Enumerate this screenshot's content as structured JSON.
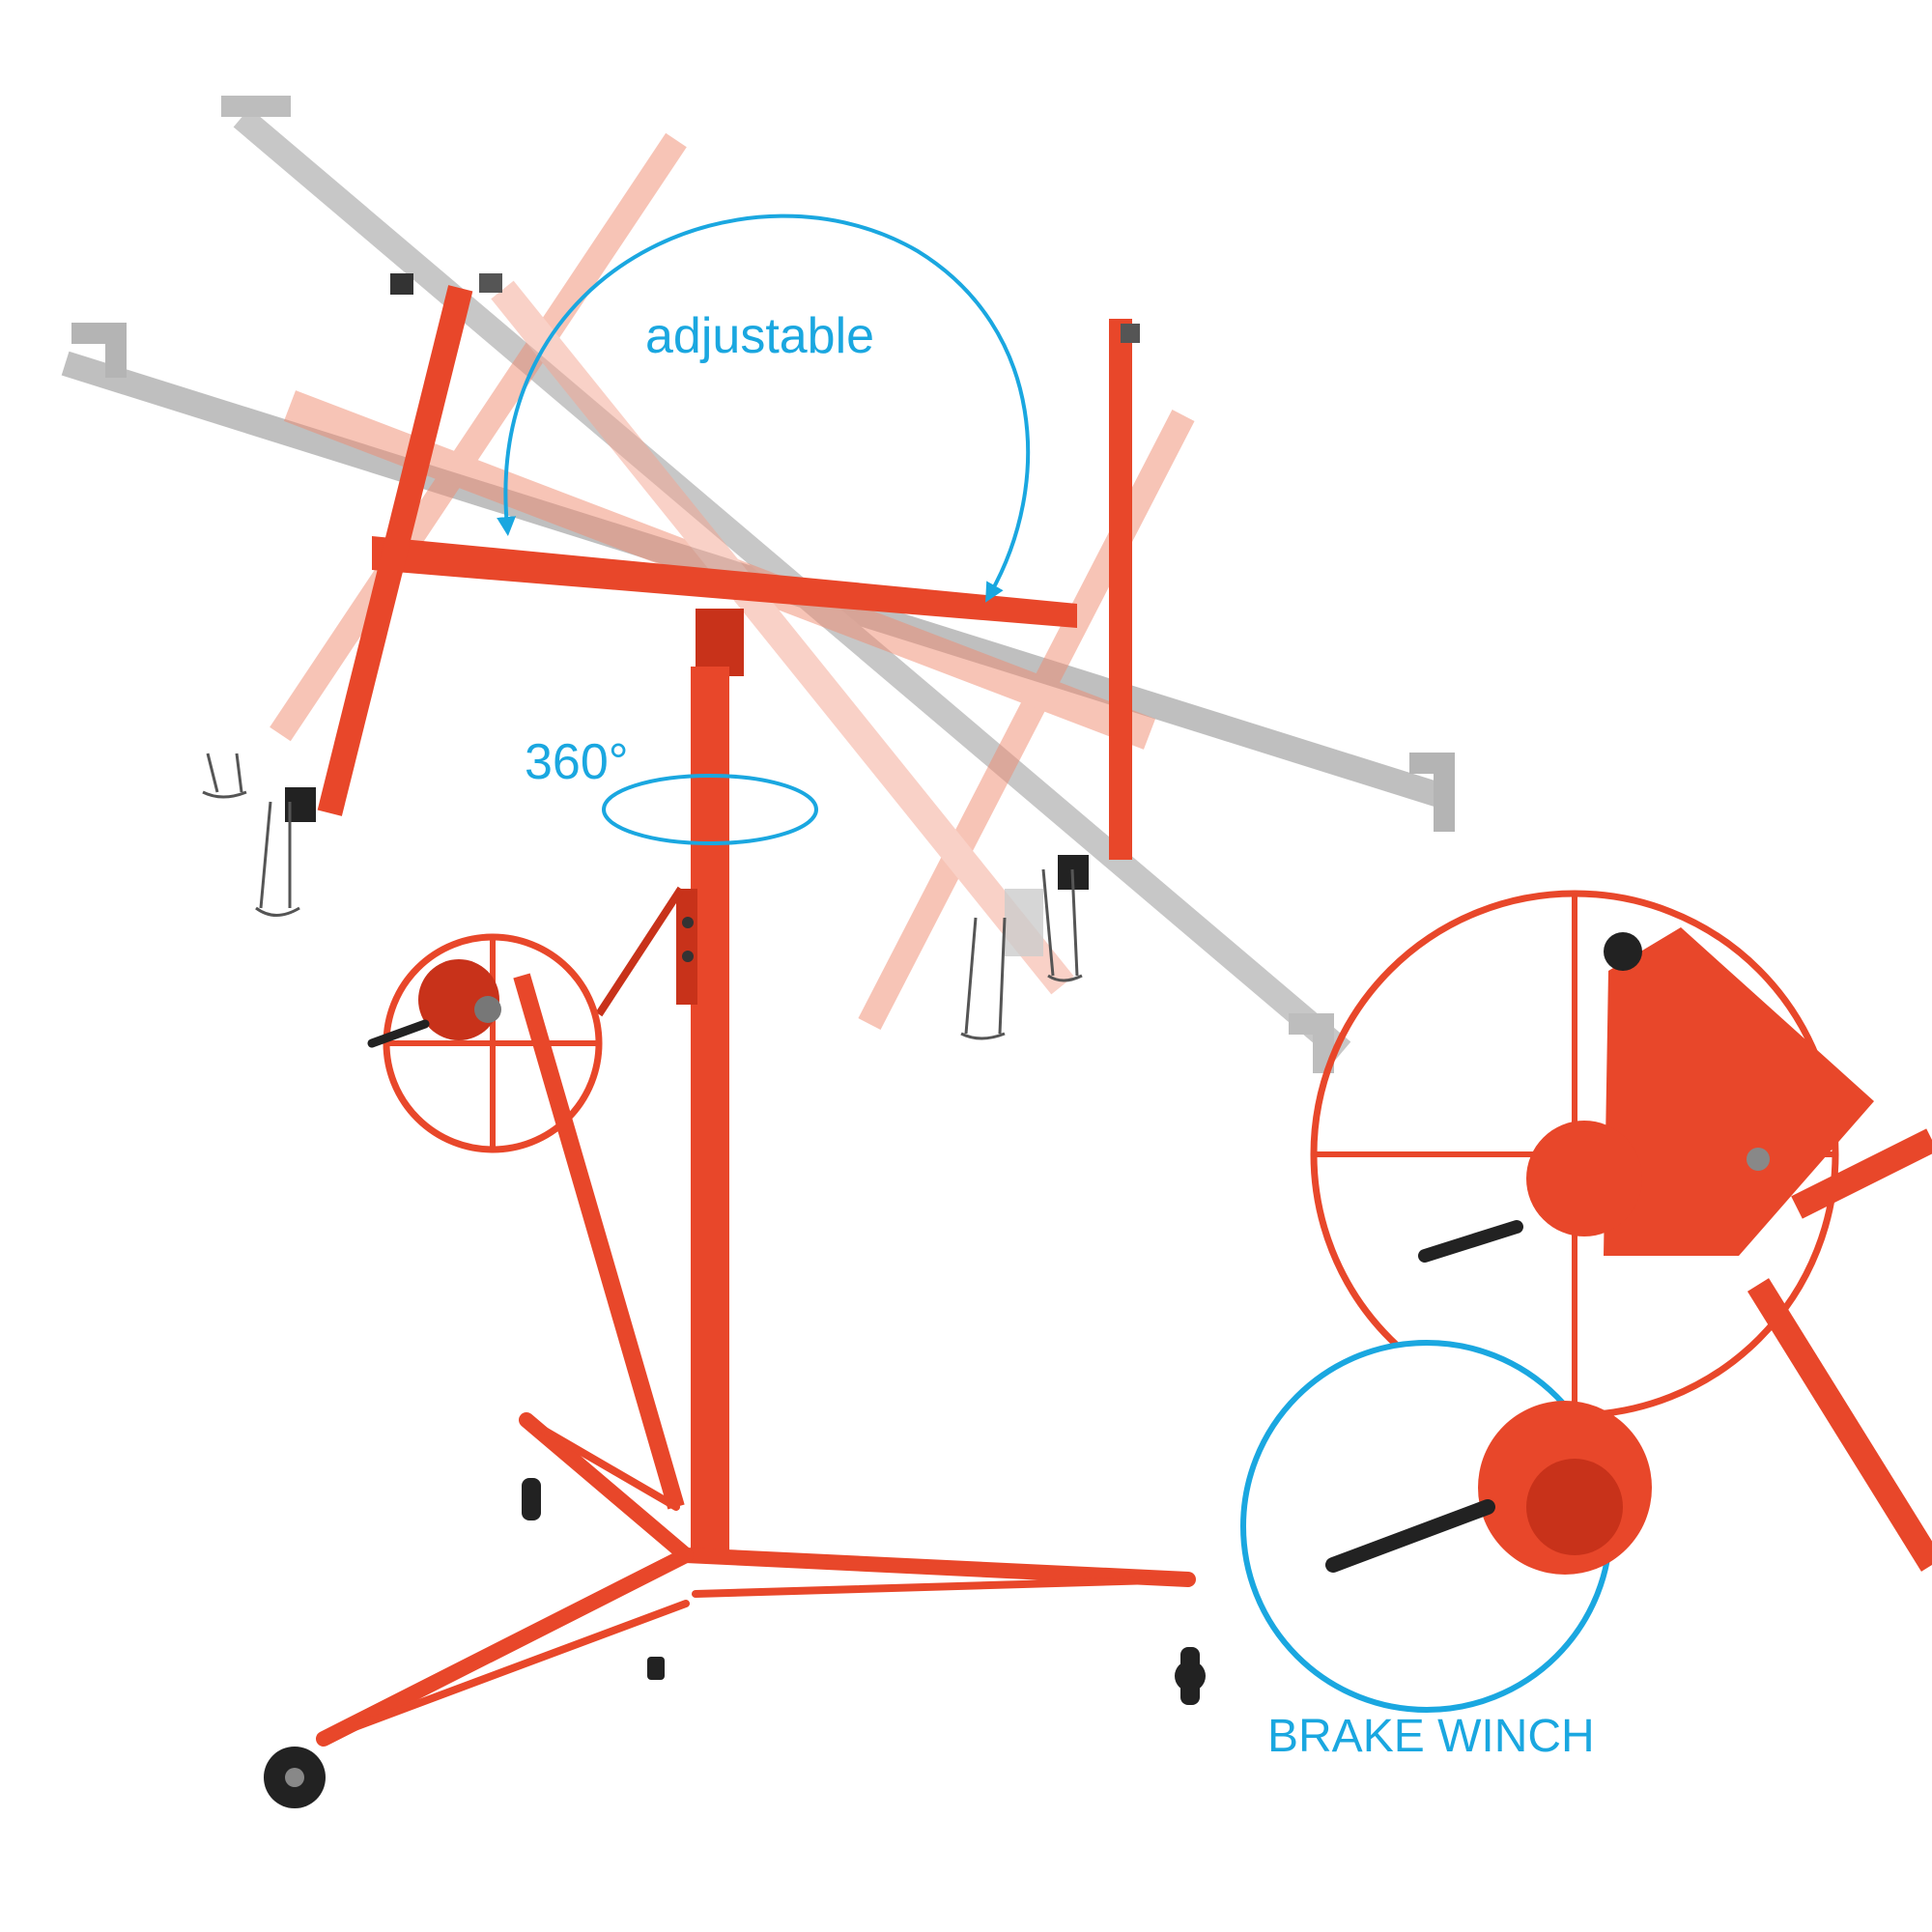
{
  "labels": {
    "adjustable": "adjustable",
    "rotation": "360°",
    "brake_winch": "BRAKE WINCH"
  },
  "colors": {
    "frame_red": "#e8472a",
    "frame_red_dark": "#c8321a",
    "accent_blue": "#1aa7e0",
    "ghost_grey": "#8c8c8c",
    "ghost_red": "#f08a70",
    "tire_black": "#222222",
    "background": "#ffffff"
  },
  "icons": {
    "adjustable_arrow": "curved-arrow-icon",
    "rotation_marker": "rotation-ellipse-icon",
    "inset_circle": "magnifier-circle-icon"
  }
}
